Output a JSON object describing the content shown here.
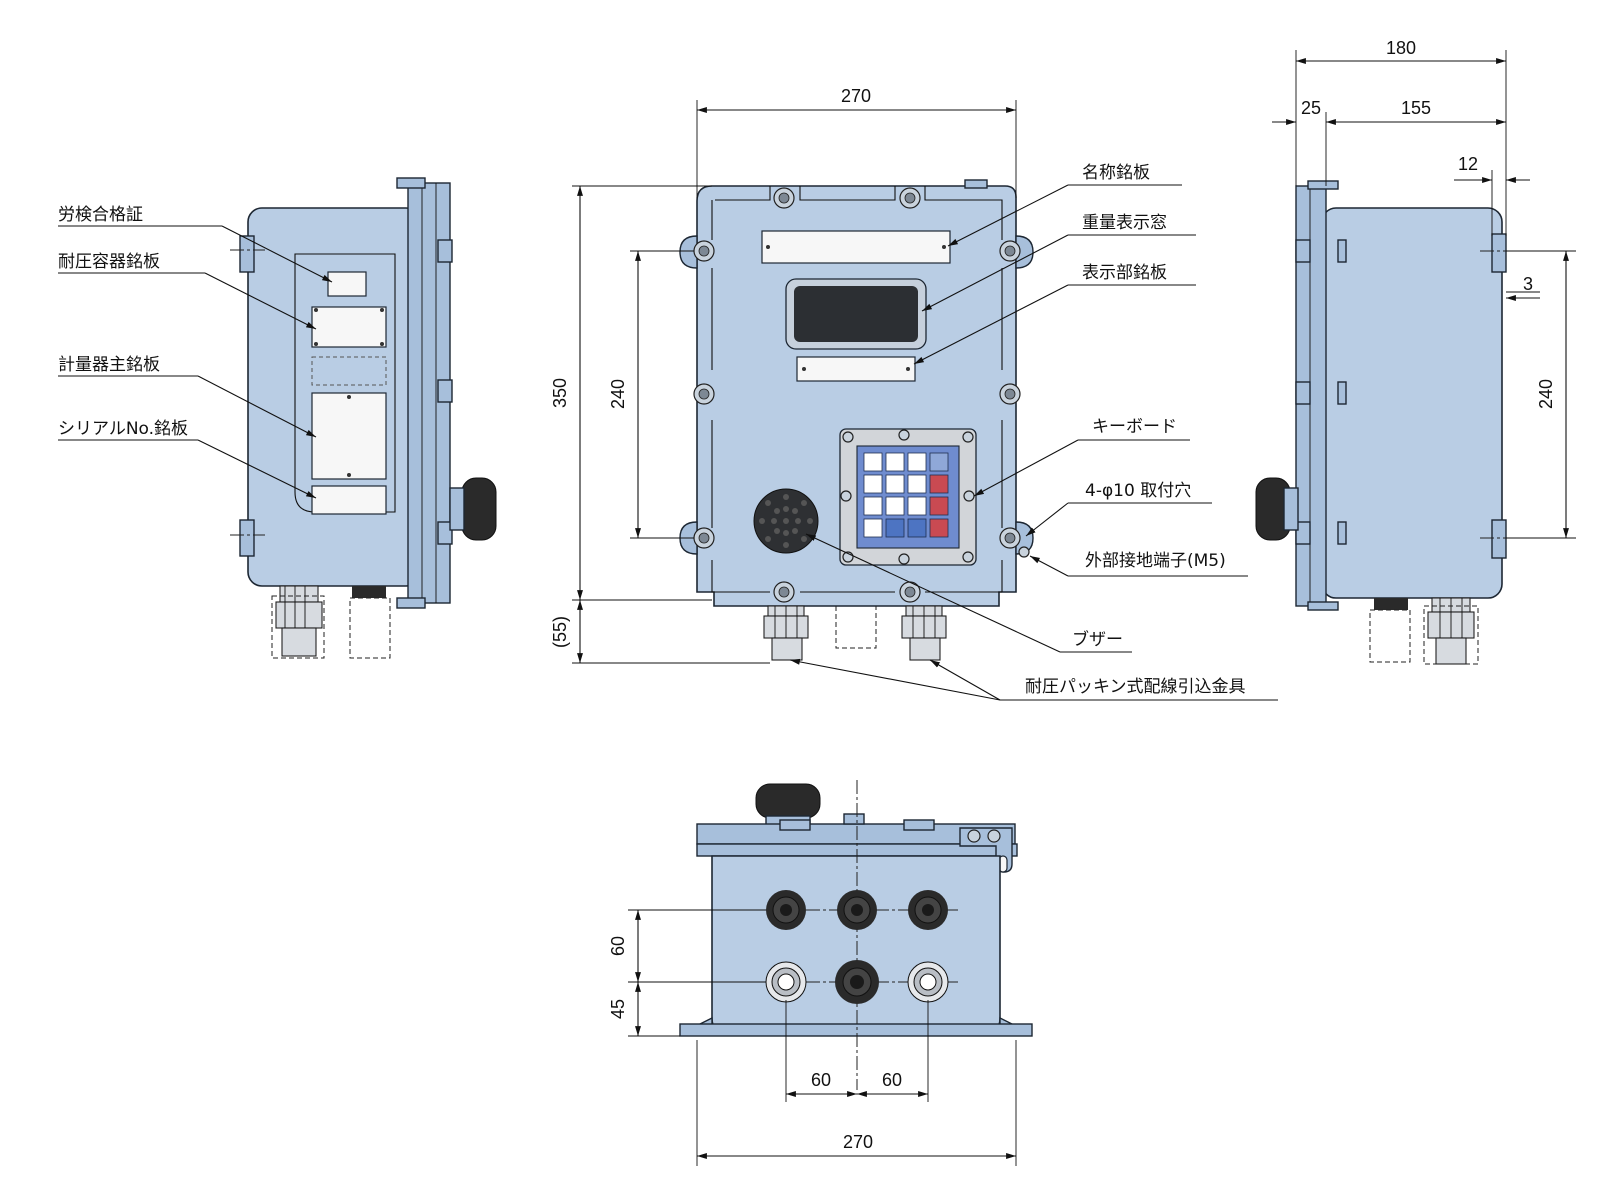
{
  "labels": {
    "rouken": "労検合格証",
    "taiatsu_meiban": "耐圧容器銘板",
    "keiryouki_meiban": "計量器主銘板",
    "serial_meiban": "シリアルNo.銘板",
    "meishou_meiban": "名称銘板",
    "juuryou_window": "重量表示窓",
    "hyouji_meiban": "表示部銘板",
    "keyboard": "キーボード",
    "mounting_holes": "4-φ10 取付穴",
    "ground_terminal": "外部接地端子(M5)",
    "buzzer": "ブザー",
    "cable_gland": "耐圧パッキン式配線引込金具"
  },
  "dimensions": {
    "front_width": "270",
    "front_height": "350",
    "front_hole_pitch": "240",
    "front_gland": "(55)",
    "side_depth": "180",
    "side_flange": "25",
    "side_body": "155",
    "side_lug": "12",
    "side_offset": "3",
    "side_hole_pitch": "240",
    "bottom_row_pitch": "60",
    "bottom_edge": "45",
    "bottom_pitch_left": "60",
    "bottom_pitch_right": "60",
    "bottom_width": "270"
  },
  "colors": {
    "enclosure": "#b9cde4",
    "knob": "#2a2a2a",
    "key_blue": "#4d74c2",
    "key_red": "#c94a52",
    "display": "#2c2f33"
  }
}
